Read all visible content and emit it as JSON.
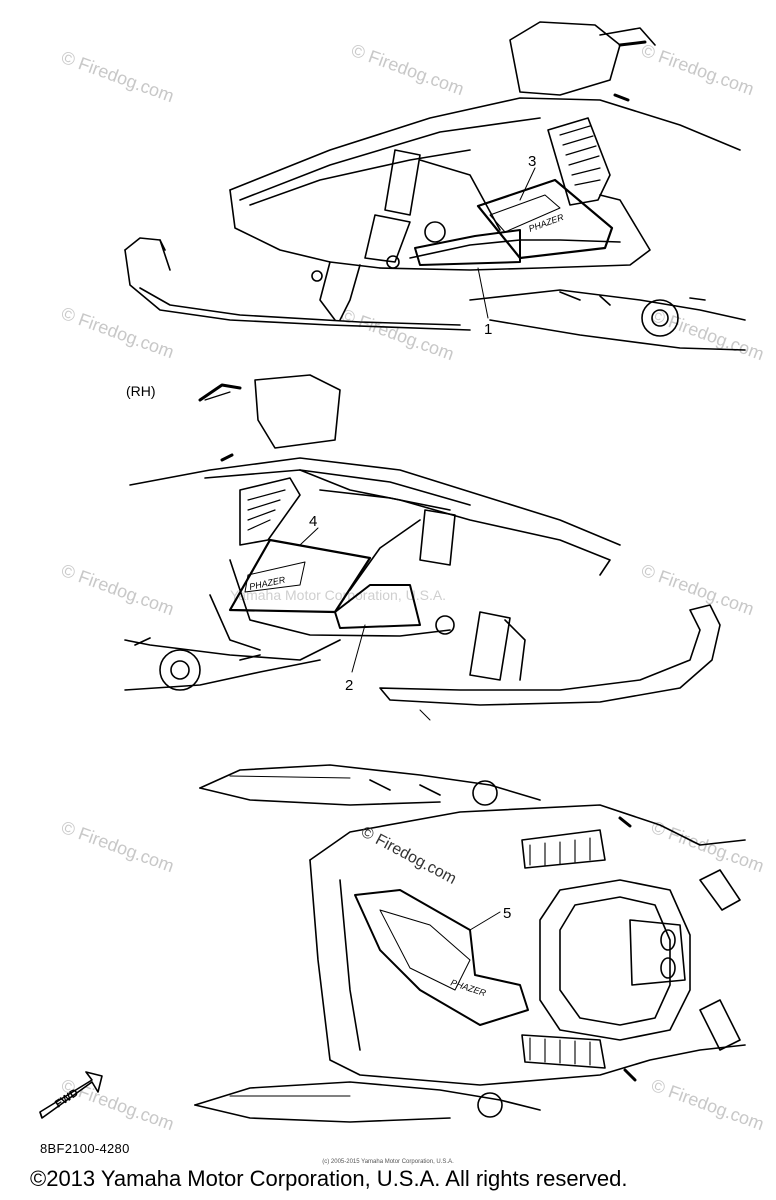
{
  "callouts": {
    "c1": "1",
    "c2": "2",
    "c3": "3",
    "c4": "4",
    "c5": "5"
  },
  "side_label": "(RH)",
  "diagram_code": "8BF2100-4280",
  "small_credit": "(c) 2005-2015 Yamaha Motor Corporation, U.S.A.",
  "copyright": "©2013 Yamaha Motor Corporation, U.S.A. All rights reserved.",
  "watermark_text": "© Firedog.com",
  "center_watermark": "Yamaha Motor Corporation, U.S.A.",
  "fwd_label": "FWD",
  "decal_label": "PHAZER"
}
